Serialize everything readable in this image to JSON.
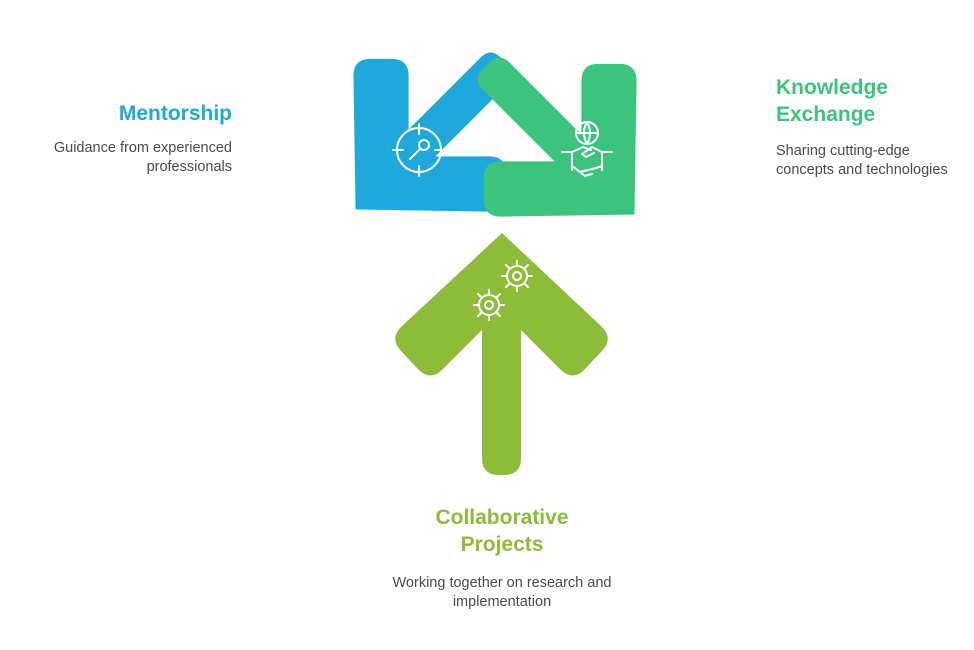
{
  "colors": {
    "blue": "#1fa8db",
    "green": "#3cc47f",
    "olive": "#8dbc3a",
    "icon_stroke": "#ffffff",
    "text_gray": "#4a4a4a"
  },
  "items": {
    "mentorship": {
      "title": "Mentorship",
      "description": "Guidance from experienced professionals",
      "icon": "target-icon"
    },
    "knowledge": {
      "title_line1": "Knowledge",
      "title_line2": "Exchange",
      "description": "Sharing cutting-edge concepts and technologies",
      "icon": "handshake-globe-icon"
    },
    "collab": {
      "title_line1": "Collaborative",
      "title_line2": "Projects",
      "description": "Working together on research and implementation",
      "icon": "gears-icon"
    }
  }
}
